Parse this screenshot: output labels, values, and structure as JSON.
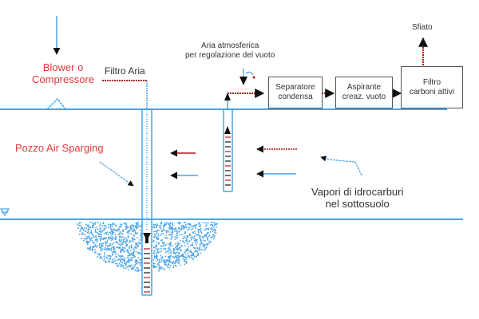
{
  "labels": {
    "blower": [
      "Blower o",
      "Compressore"
    ],
    "air_filter": "Filtro Aria",
    "atmospheric_air": [
      "Aria atmosferica",
      "per regolazione del vuoto"
    ],
    "vent": "Sfiato",
    "sparging_well": "Pozzo Air Sparging",
    "vapors": [
      "Vapori di idrocarburi",
      "nel sottosuolo"
    ]
  },
  "boxes": [
    {
      "id": "separator",
      "lines": [
        "Separatore",
        "condensa"
      ]
    },
    {
      "id": "extractor",
      "lines": [
        "Aspirante",
        "creaz. vuoto"
      ]
    },
    {
      "id": "carbon_filter",
      "lines": [
        "Filtro",
        "carboni attivi"
      ]
    }
  ],
  "colors": {
    "line_blue": "#4aa3e8",
    "label_red": "#e0393a",
    "pipe_red": "#b01818",
    "arrow_black": "#111111",
    "box_border": "#555555",
    "text_gray": "#333333"
  }
}
